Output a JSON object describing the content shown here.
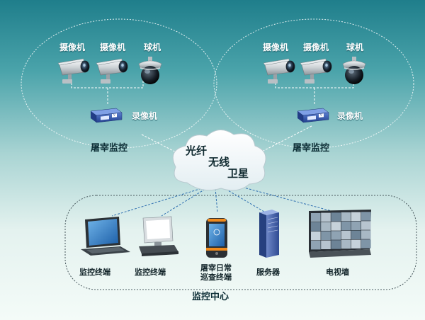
{
  "zones": [
    {
      "title": "屠宰监控",
      "cameras": [
        {
          "label": "摄像机",
          "icon": "bullet-camera-icon"
        },
        {
          "label": "摄像机",
          "icon": "bullet-camera-icon"
        },
        {
          "label": "球机",
          "icon": "dome-camera-icon"
        }
      ],
      "recorder": {
        "label": "录像机",
        "icon": "dvr-icon"
      }
    },
    {
      "title": "屠宰监控",
      "cameras": [
        {
          "label": "摄像机",
          "icon": "bullet-camera-icon"
        },
        {
          "label": "摄像机",
          "icon": "bullet-camera-icon"
        },
        {
          "label": "球机",
          "icon": "dome-camera-icon"
        }
      ],
      "recorder": {
        "label": "录像机",
        "icon": "dvr-icon"
      }
    }
  ],
  "network": {
    "lines": [
      "光纤",
      "无线",
      "卫星"
    ],
    "icon": "cloud-icon"
  },
  "center": {
    "title": "监控中心",
    "devices": [
      {
        "label": "监控终端",
        "icon": "laptop-icon"
      },
      {
        "label": "监控终端",
        "icon": "desktop-icon"
      },
      {
        "label_lines": [
          "屠宰日常",
          "巡查终端"
        ],
        "icon": "handheld-terminal-icon"
      },
      {
        "label": "服务器",
        "icon": "server-icon"
      },
      {
        "label": "电视墙",
        "icon": "video-wall-icon"
      }
    ]
  },
  "colors": {
    "bg_top": "#1f7e8b",
    "bg_bottom": "#f4fbf8",
    "camera_gray": "#c9cfd3",
    "dvr_blue": "#2c4fa3",
    "server_blue": "#3b5aa8"
  }
}
